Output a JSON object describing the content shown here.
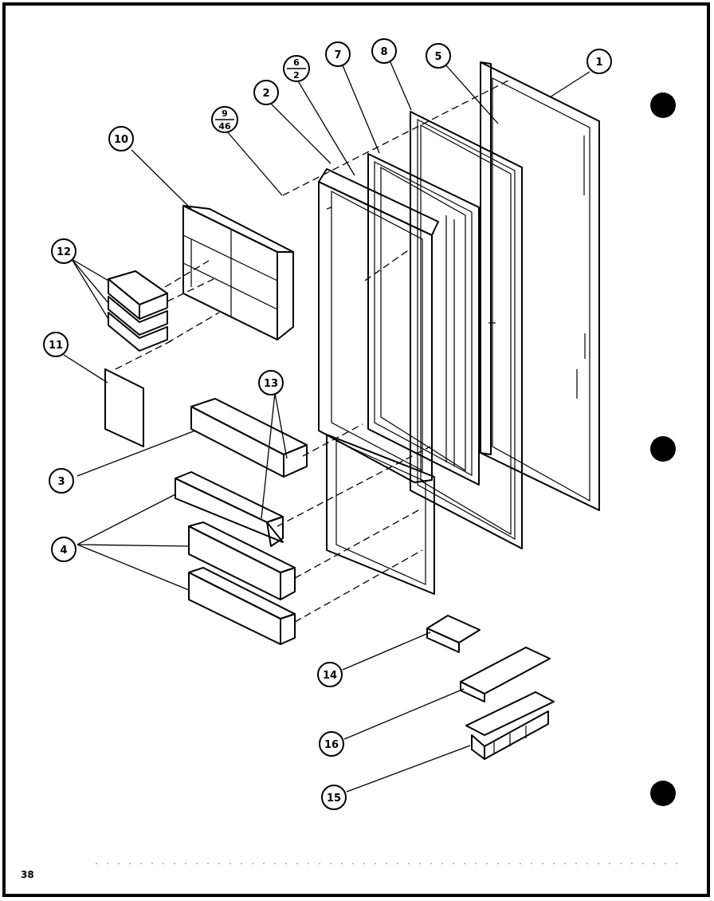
{
  "diagram": {
    "callouts": [
      {
        "id": "1",
        "label": "1"
      },
      {
        "id": "5",
        "label": "5"
      },
      {
        "id": "8",
        "label": "8"
      },
      {
        "id": "7",
        "label": "7"
      },
      {
        "id": "6-2",
        "top": "6",
        "bottom": "2"
      },
      {
        "id": "2",
        "label": "2"
      },
      {
        "id": "9-46",
        "top": "9",
        "bottom": "46"
      },
      {
        "id": "10",
        "label": "10"
      },
      {
        "id": "12",
        "label": "12"
      },
      {
        "id": "11",
        "label": "11"
      },
      {
        "id": "13",
        "label": "13"
      },
      {
        "id": "3",
        "label": "3"
      },
      {
        "id": "4",
        "label": "4"
      },
      {
        "id": "14",
        "label": "14"
      },
      {
        "id": "16",
        "label": "16"
      },
      {
        "id": "15",
        "label": "15"
      }
    ],
    "page_number": "38"
  }
}
